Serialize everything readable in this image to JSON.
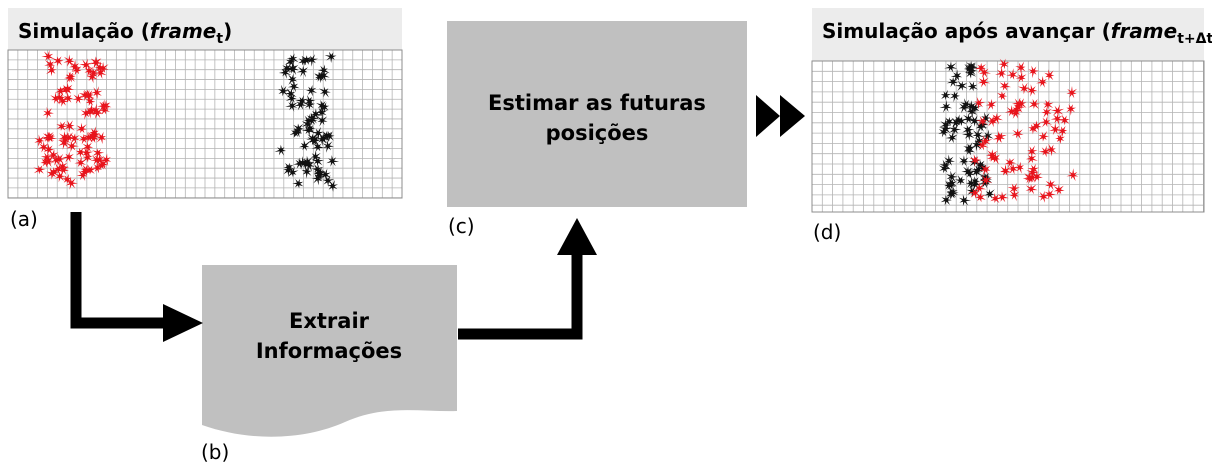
{
  "panel_a": {
    "title_prefix": "Simulação (",
    "title_italic": "frame",
    "title_sub": "t",
    "title_suffix": ")",
    "label": "(a)"
  },
  "panel_b": {
    "line1": "Extrair",
    "line2": "Informações",
    "label": "(b)"
  },
  "panel_c": {
    "line1": "Estimar as futuras",
    "line2": "posições",
    "label": "(c)"
  },
  "panel_d": {
    "title_prefix": "Simulação após avançar (",
    "title_italic": "frame",
    "title_sub": "t+Δt",
    "title_suffix": ")",
    "label": "(d)"
  },
  "colors": {
    "box_fill": "#c0c0c0",
    "title_bar": "#ececec",
    "grid": "#b4b4b4",
    "agent_red": "#e8141c",
    "agent_black": "#111111",
    "arrow": "#000000"
  }
}
